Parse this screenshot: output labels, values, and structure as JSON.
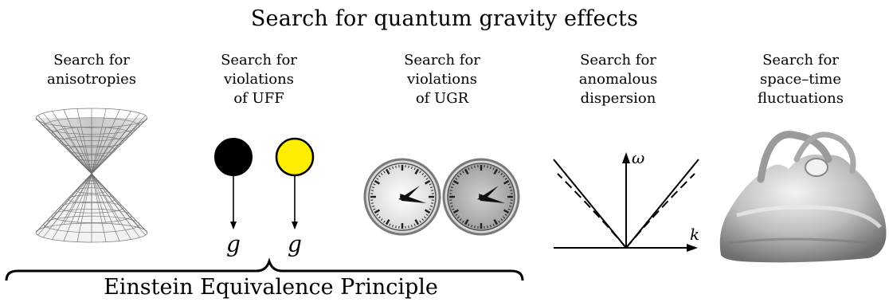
{
  "title": "Search for quantum gravity effects",
  "columns": [
    {
      "label": "Search for\nanisotropies"
    },
    {
      "label": "Search for\nviolations\nof UFF"
    },
    {
      "label": "Search for\nviolations\nof UGR"
    },
    {
      "label": "Search for\nanomalous\ndispersion"
    },
    {
      "label": "Search for\nspace–time\nfluctuations"
    }
  ],
  "uff": {
    "ball_colors": [
      "#000000",
      "#ffee00"
    ],
    "g_label": "g"
  },
  "dispersion": {
    "omega_label": "ω",
    "k_label": "k"
  },
  "brace_label": "Einstein Equivalence Principle",
  "colors": {
    "clock_face_left": "#f2f2f2",
    "clock_face_right": "#b8b8b8",
    "cone_line": "#555555",
    "surface": "#c8c8c8"
  },
  "icons": [
    "double-cone-icon",
    "falling-balls-icon",
    "clock-icon",
    "dispersion-diagram-icon",
    "spacetime-foam-icon"
  ]
}
